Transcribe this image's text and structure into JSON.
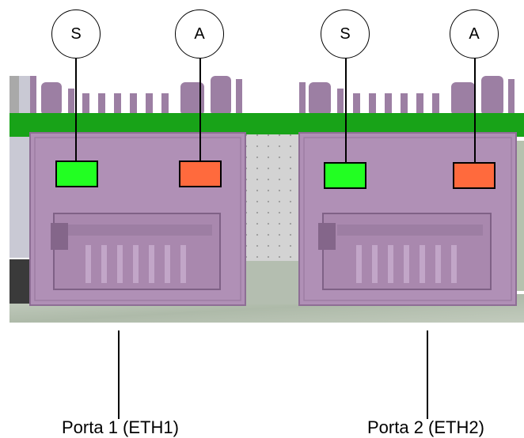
{
  "callouts": {
    "s1": "S",
    "a1": "A",
    "s2": "S",
    "a2": "A"
  },
  "ports": {
    "port1": "Porta 1 (ETH1)",
    "port2": "Porta 2 (ETH2)"
  },
  "colors": {
    "pcb": "#18a318",
    "housing": "#b090b6",
    "housing_dark": "#8e6e95",
    "led_speed": "#22ff22",
    "led_activity": "#ff6a3d",
    "floor": "#b7c2b3",
    "metal": "#cfcfcf"
  },
  "icons": {
    "led_speed": "green-led-icon",
    "led_activity": "orange-led-icon",
    "connector": "rj45-connector-icon"
  }
}
